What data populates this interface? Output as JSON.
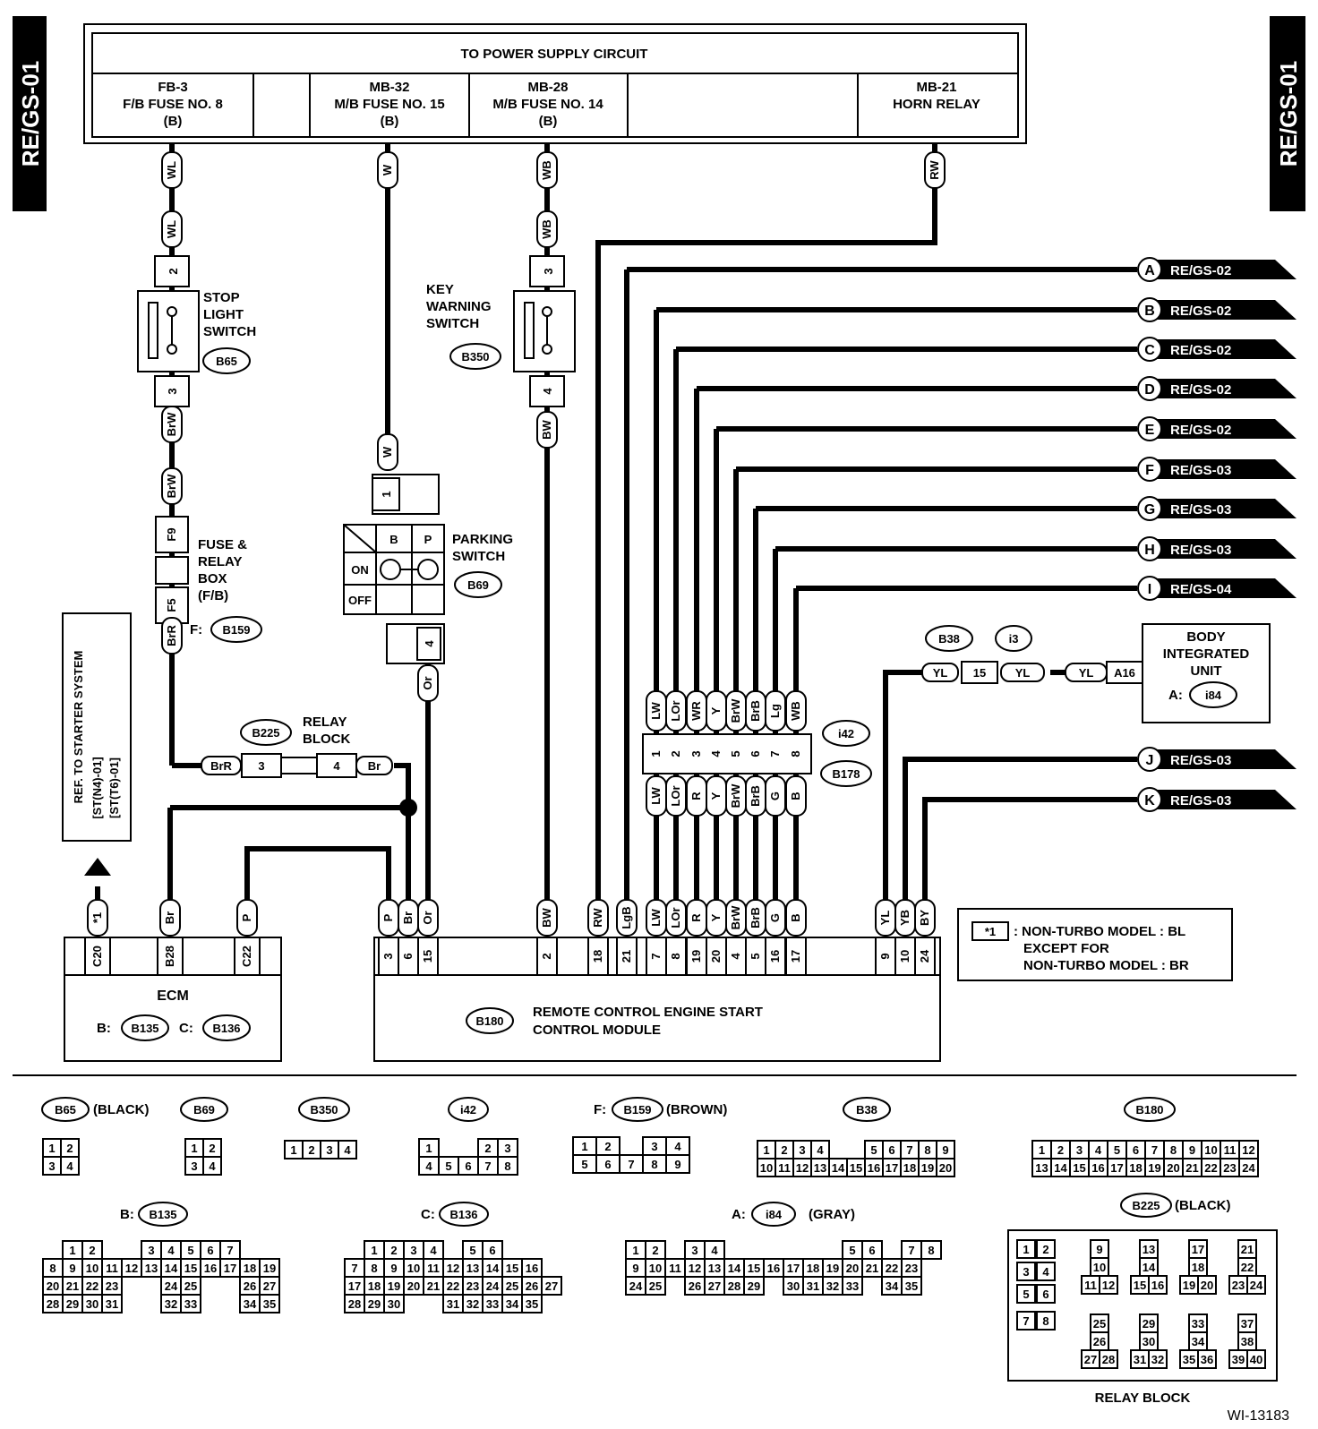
{
  "page": {
    "code": "RE/GS-01",
    "figure_id": "WI-13183"
  },
  "power": {
    "title": "TO POWER SUPPLY CIRCUIT",
    "fb3": [
      "FB-3",
      "F/B FUSE NO. 8",
      "(B)"
    ],
    "mb32": [
      "MB-32",
      "M/B FUSE NO. 15",
      "(B)"
    ],
    "mb28": [
      "MB-28",
      "M/B FUSE NO. 14",
      "(B)"
    ],
    "mb21": [
      "MB-21",
      "HORN RELAY"
    ]
  },
  "components": {
    "stop_light": [
      "STOP",
      "LIGHT",
      "SWITCH"
    ],
    "stop_light_conn": "B65",
    "key_warning": [
      "KEY",
      "WARNING",
      "SWITCH"
    ],
    "key_warning_conn": "B350",
    "fuse_relay": [
      "FUSE &",
      "RELAY",
      "BOX",
      "(F/B)"
    ],
    "fuse_relay_conn_prefix": "F:",
    "fuse_relay_conn": "B159",
    "parking": [
      "PARKING",
      "SWITCH"
    ],
    "parking_conn": "B69",
    "parking_b": "B",
    "parking_p": "P",
    "parking_on": "ON",
    "parking_off": "OFF",
    "relay_block": [
      "RELAY",
      "BLOCK"
    ],
    "relay_block_conn": "B225",
    "ref_starter": [
      "REF. TO STARTER SYSTEM",
      "[ST(N4)-01]",
      "[ST(T6)-01]"
    ],
    "ecm_title": "ECM",
    "ecm_b": "B:",
    "ecm_b_conn": "B135",
    "ecm_c": "C:",
    "ecm_c_conn": "B136",
    "module_conn": "B180",
    "module_title": [
      "REMOTE CONTROL ENGINE START",
      "CONTROL MODULE"
    ],
    "body_unit": [
      "BODY",
      "INTEGRATED",
      "UNIT"
    ],
    "body_unit_prefix": "A:",
    "body_unit_conn": "i84",
    "b38": "B38",
    "i3": "i3",
    "i42": "i42",
    "b178": "B178",
    "note_star": "*1",
    "note": [
      "*1 : NON-TURBO MODEL : BL",
      "EXCEPT FOR",
      "NON-TURBO MODEL : BR"
    ],
    "note_lines": [
      ": NON-TURBO MODEL : BL",
      "EXCEPT FOR",
      "NON-TURBO MODEL : BR"
    ]
  },
  "wires": {
    "wl": "WL",
    "w": "W",
    "wb": "WB",
    "rw": "RW",
    "brw": "BrW",
    "bw": "BW",
    "brr": "BrR",
    "br": "Br",
    "or": "Or",
    "p": "P",
    "yl": "YL",
    "star": "*1",
    "pins_stop_top": "2",
    "pins_stop_bottom": "3",
    "pins_key_top": "3",
    "pins_key_bottom": "4",
    "f9": "F9",
    "f5": "F5",
    "p1": "1",
    "p4": "4",
    "p3": "3",
    "p4b": "4",
    "p15": "15",
    "a16": "A16"
  },
  "offpage": [
    {
      "letter": "A",
      "ref": "RE/GS-02"
    },
    {
      "letter": "B",
      "ref": "RE/GS-02"
    },
    {
      "letter": "C",
      "ref": "RE/GS-02"
    },
    {
      "letter": "D",
      "ref": "RE/GS-02"
    },
    {
      "letter": "E",
      "ref": "RE/GS-02"
    },
    {
      "letter": "F",
      "ref": "RE/GS-03"
    },
    {
      "letter": "G",
      "ref": "RE/GS-03"
    },
    {
      "letter": "H",
      "ref": "RE/GS-03"
    },
    {
      "letter": "I",
      "ref": "RE/GS-04"
    },
    {
      "letter": "J",
      "ref": "RE/GS-03"
    },
    {
      "letter": "K",
      "ref": "RE/GS-03"
    }
  ],
  "i42_top_colors": [
    "LW",
    "LOr",
    "WR",
    "Y",
    "BrW",
    "BrB",
    "Lg",
    "WB"
  ],
  "i42_pins": [
    "1",
    "2",
    "3",
    "4",
    "5",
    "6",
    "7",
    "8"
  ],
  "b178_colors": [
    "LW",
    "LOr",
    "R",
    "Y",
    "BrW",
    "BrB",
    "G",
    "B"
  ],
  "ecm_pins": [
    {
      "wire": "*1",
      "pin": "C20"
    },
    {
      "wire": "Br",
      "pin": "B28"
    },
    {
      "wire": "P",
      "pin": "C22"
    }
  ],
  "module_pins": [
    {
      "wire": "P",
      "pin": "3"
    },
    {
      "wire": "Br",
      "pin": "6"
    },
    {
      "wire": "Or",
      "pin": "15"
    },
    {
      "wire": "BW",
      "pin": "2"
    },
    {
      "wire": "RW",
      "pin": "18"
    },
    {
      "wire": "LgB",
      "pin": "21"
    },
    {
      "wire": "LW",
      "pin": "7"
    },
    {
      "wire": "LOr",
      "pin": "8"
    },
    {
      "wire": "R",
      "pin": "19"
    },
    {
      "wire": "Y",
      "pin": "20"
    },
    {
      "wire": "BrW",
      "pin": "4"
    },
    {
      "wire": "BrB",
      "pin": "5"
    },
    {
      "wire": "G",
      "pin": "16"
    },
    {
      "wire": "B",
      "pin": "17"
    },
    {
      "wire": "YL",
      "pin": "9"
    },
    {
      "wire": "YB",
      "pin": "10"
    },
    {
      "wire": "BY",
      "pin": "24"
    }
  ],
  "legend": {
    "b65": {
      "name": "B65",
      "label": "(BLACK)",
      "rows": [
        [
          "1",
          "2"
        ],
        [
          "3",
          "4"
        ]
      ]
    },
    "b69": {
      "name": "B69",
      "rows": [
        [
          "1",
          "2"
        ],
        [
          "3",
          "4"
        ]
      ]
    },
    "b350": {
      "name": "B350",
      "rows": [
        [
          "1",
          "2",
          "3",
          "4"
        ]
      ]
    },
    "i42": {
      "name": "i42",
      "rows": [
        [
          "1",
          "",
          "",
          "2",
          "3"
        ],
        [
          "4",
          "5",
          "6",
          "7",
          "8"
        ]
      ]
    },
    "b159": {
      "prefix": "F:",
      "name": "B159",
      "label": "(BROWN)",
      "rows": [
        [
          "1",
          "2",
          "",
          "3",
          "4"
        ],
        [
          "5",
          "6",
          "7",
          "8",
          "9"
        ]
      ]
    },
    "b38": {
      "name": "B38",
      "rows": [
        [
          "1",
          "2",
          "3",
          "4",
          "",
          "",
          "5",
          "6",
          "7",
          "8",
          "9"
        ],
        [
          "10",
          "11",
          "12",
          "13",
          "14",
          "15",
          "16",
          "17",
          "18",
          "19",
          "20"
        ]
      ]
    },
    "b180": {
      "name": "B180",
      "rows": [
        [
          "1",
          "2",
          "3",
          "4",
          "5",
          "6",
          "7",
          "8",
          "9",
          "10",
          "11",
          "12"
        ],
        [
          "13",
          "14",
          "15",
          "16",
          "17",
          "18",
          "19",
          "20",
          "21",
          "22",
          "23",
          "24"
        ]
      ]
    },
    "b135": {
      "prefix": "B:",
      "name": "B135",
      "rows": [
        [
          "",
          "1",
          "2",
          "",
          "",
          "3",
          "4",
          "5",
          "6",
          "7"
        ],
        [
          "8",
          "9",
          "10",
          "11",
          "12",
          "13",
          "14",
          "15",
          "16",
          "17",
          "18",
          "19"
        ],
        [
          "20",
          "21",
          "22",
          "23",
          "",
          "",
          "24",
          "25",
          "",
          "",
          "26",
          "27"
        ],
        [
          "28",
          "29",
          "30",
          "31",
          "",
          "",
          "32",
          "33",
          "",
          "",
          "34",
          "35"
        ]
      ]
    },
    "b136": {
      "prefix": "C:",
      "name": "B136",
      "rows": [
        [
          "",
          "1",
          "2",
          "3",
          "4",
          "",
          "5",
          "6"
        ],
        [
          "7",
          "8",
          "9",
          "10",
          "11",
          "12",
          "13",
          "14",
          "15",
          "16"
        ],
        [
          "17",
          "18",
          "19",
          "20",
          "21",
          "22",
          "23",
          "24",
          "25",
          "26",
          "27"
        ],
        [
          "28",
          "29",
          "30",
          "",
          "",
          "31",
          "32",
          "33",
          "34",
          "35"
        ]
      ]
    },
    "i84": {
      "prefix": "A:",
      "name": "i84",
      "label": "(GRAY)",
      "rows": [
        [
          "1",
          "2",
          "",
          "3",
          "4",
          "",
          "",
          "",
          "",
          "",
          "",
          "5",
          "6",
          "",
          "7",
          "8"
        ],
        [
          "9",
          "10",
          "11",
          "12",
          "13",
          "14",
          "15",
          "16",
          "17",
          "18",
          "19",
          "20",
          "21",
          "22",
          "23"
        ],
        [
          "24",
          "25",
          "",
          "26",
          "27",
          "28",
          "29",
          "",
          "30",
          "31",
          "32",
          "33",
          "",
          "34",
          "35"
        ]
      ]
    },
    "b225": {
      "name": "B225",
      "label": "(BLACK)",
      "title": "RELAY BLOCK",
      "pins": [
        "1",
        "2",
        "3",
        "4",
        "5",
        "6",
        "7",
        "8",
        "9",
        "10",
        "11",
        "12",
        "13",
        "14",
        "15",
        "16",
        "17",
        "18",
        "19",
        "20",
        "21",
        "22",
        "23",
        "24",
        "25",
        "26",
        "27",
        "28",
        "29",
        "30",
        "31",
        "32",
        "33",
        "34",
        "35",
        "36",
        "37",
        "38",
        "39",
        "40"
      ]
    }
  }
}
